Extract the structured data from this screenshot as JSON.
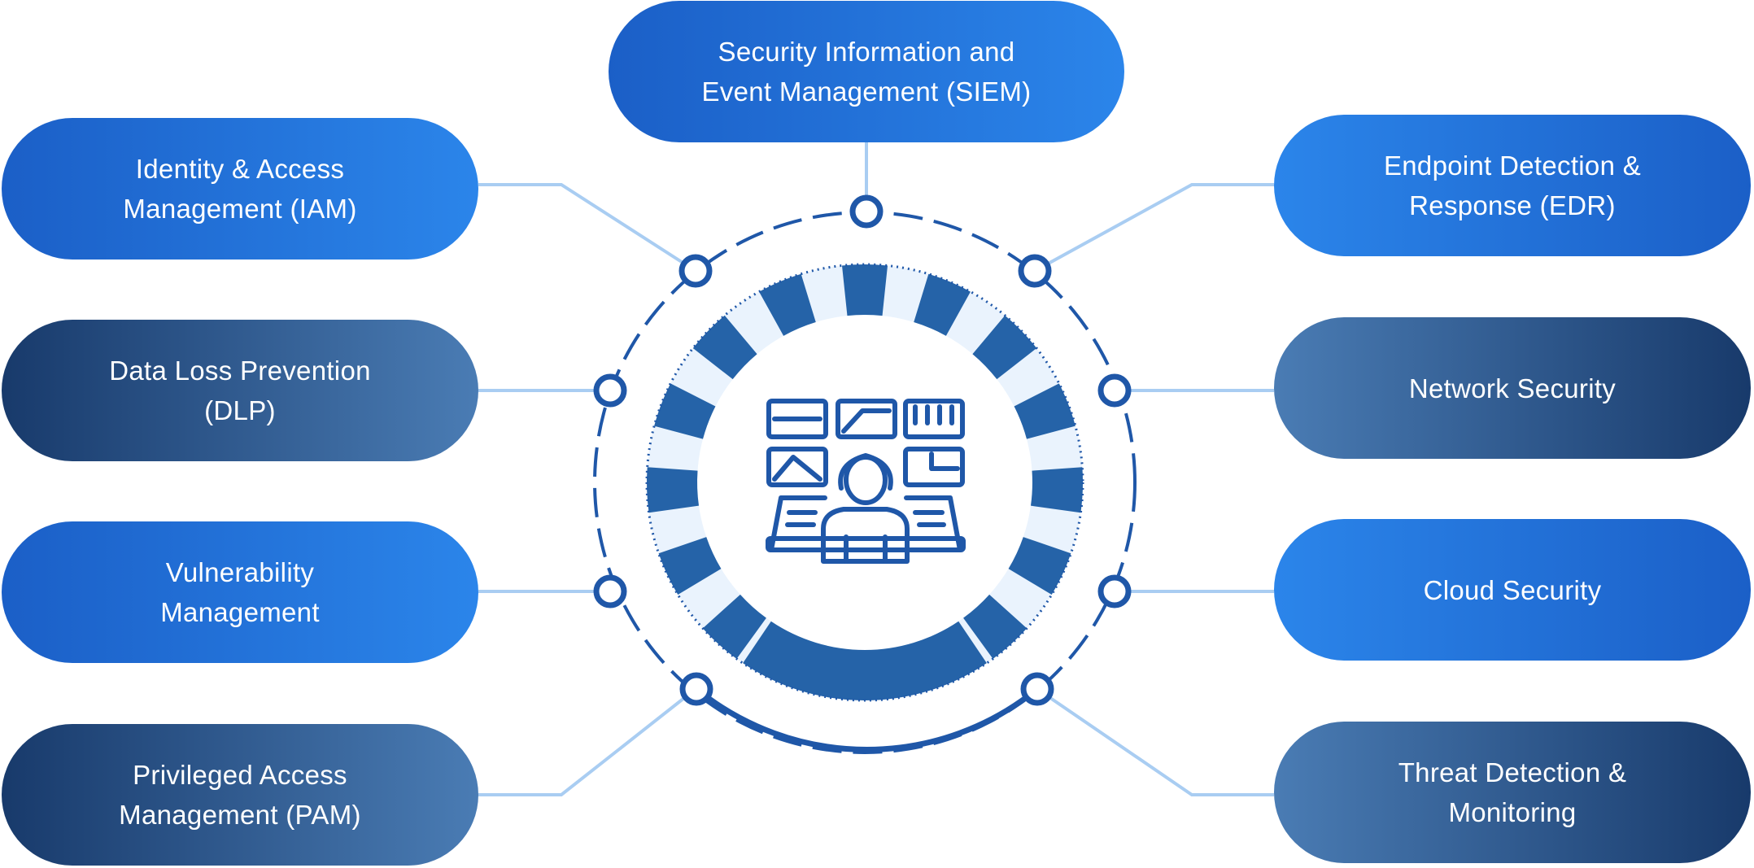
{
  "center": {
    "icon": "security-operator-monitors-icon"
  },
  "colors": {
    "bright_start": "#1b5fc7",
    "bright_end": "#2b85ea",
    "dark_start": "#183a6b",
    "dark_end": "#4a7cb4",
    "connector_line": "#a9cdf2",
    "ring_stroke": "#1f57a8",
    "segment_fill": "#2563a8",
    "segment_light": "#eaf3fd"
  },
  "nodes": [
    {
      "id": "siem",
      "lines": [
        "Security Information and",
        "Event Management (SIEM)"
      ]
    },
    {
      "id": "iam",
      "lines": [
        "Identity & Access",
        "Management (IAM)"
      ]
    },
    {
      "id": "edr",
      "lines": [
        "Endpoint Detection &",
        "Response (EDR)"
      ]
    },
    {
      "id": "dlp",
      "lines": [
        "Data Loss Prevention",
        "(DLP)"
      ]
    },
    {
      "id": "network",
      "lines": [
        "Network Security"
      ]
    },
    {
      "id": "vuln",
      "lines": [
        "Vulnerability",
        "Management"
      ]
    },
    {
      "id": "cloud",
      "lines": [
        "Cloud Security"
      ]
    },
    {
      "id": "pam",
      "lines": [
        "Privileged Access",
        "Management (PAM)"
      ]
    },
    {
      "id": "threat",
      "lines": [
        "Threat Detection &",
        "Monitoring"
      ]
    }
  ]
}
